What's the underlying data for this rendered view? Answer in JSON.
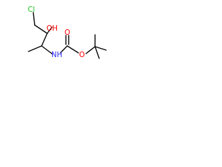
{
  "molecule": {
    "atom_labels": {
      "chlorine": "Cl",
      "hydroxyl": "OH",
      "carbonyl_oxygen": "O",
      "amine": "NH",
      "ester_oxygen": "O"
    },
    "colors": {
      "chlorine": "#1dbb1d",
      "oxygen": "#ff0000",
      "nitrogen": "#3030ff",
      "bond": "#000000"
    }
  }
}
